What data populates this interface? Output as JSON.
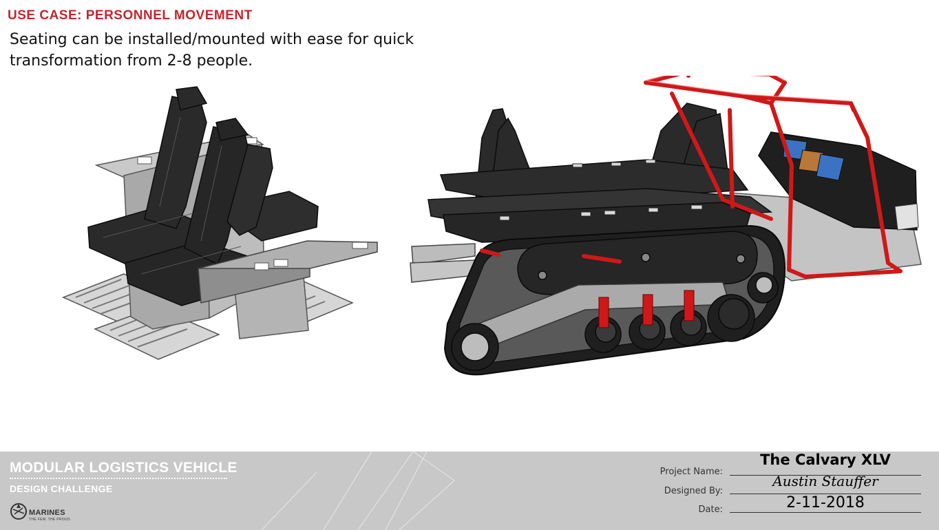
{
  "header": {
    "use_case": "USE CASE: PERSONNEL MOVEMENT",
    "description_line1": "Seating can be installed/mounted with ease for quick",
    "description_line2": "transformation from 2-8 people."
  },
  "footer": {
    "brand_title": "MODULAR LOGISTICS VEHICLE",
    "brand_subtitle": "DESIGN CHALLENGE",
    "logo_text": "MARINES",
    "logo_tagline": "THE FEW. THE PROUD.",
    "fields": [
      {
        "label": "Project Name:",
        "value": "The Calvary XLV"
      },
      {
        "label": "Designed By:",
        "value": "Austin Stauffer"
      },
      {
        "label": "Date:",
        "value": "2-11-2018"
      }
    ]
  },
  "colors": {
    "accent_red": "#c1272d",
    "roll_cage_red": "#d01818",
    "footer_gray": "#c8c8c8"
  },
  "illustrations": {
    "left": "seat-module-render",
    "right": "tracked-vehicle-render"
  }
}
